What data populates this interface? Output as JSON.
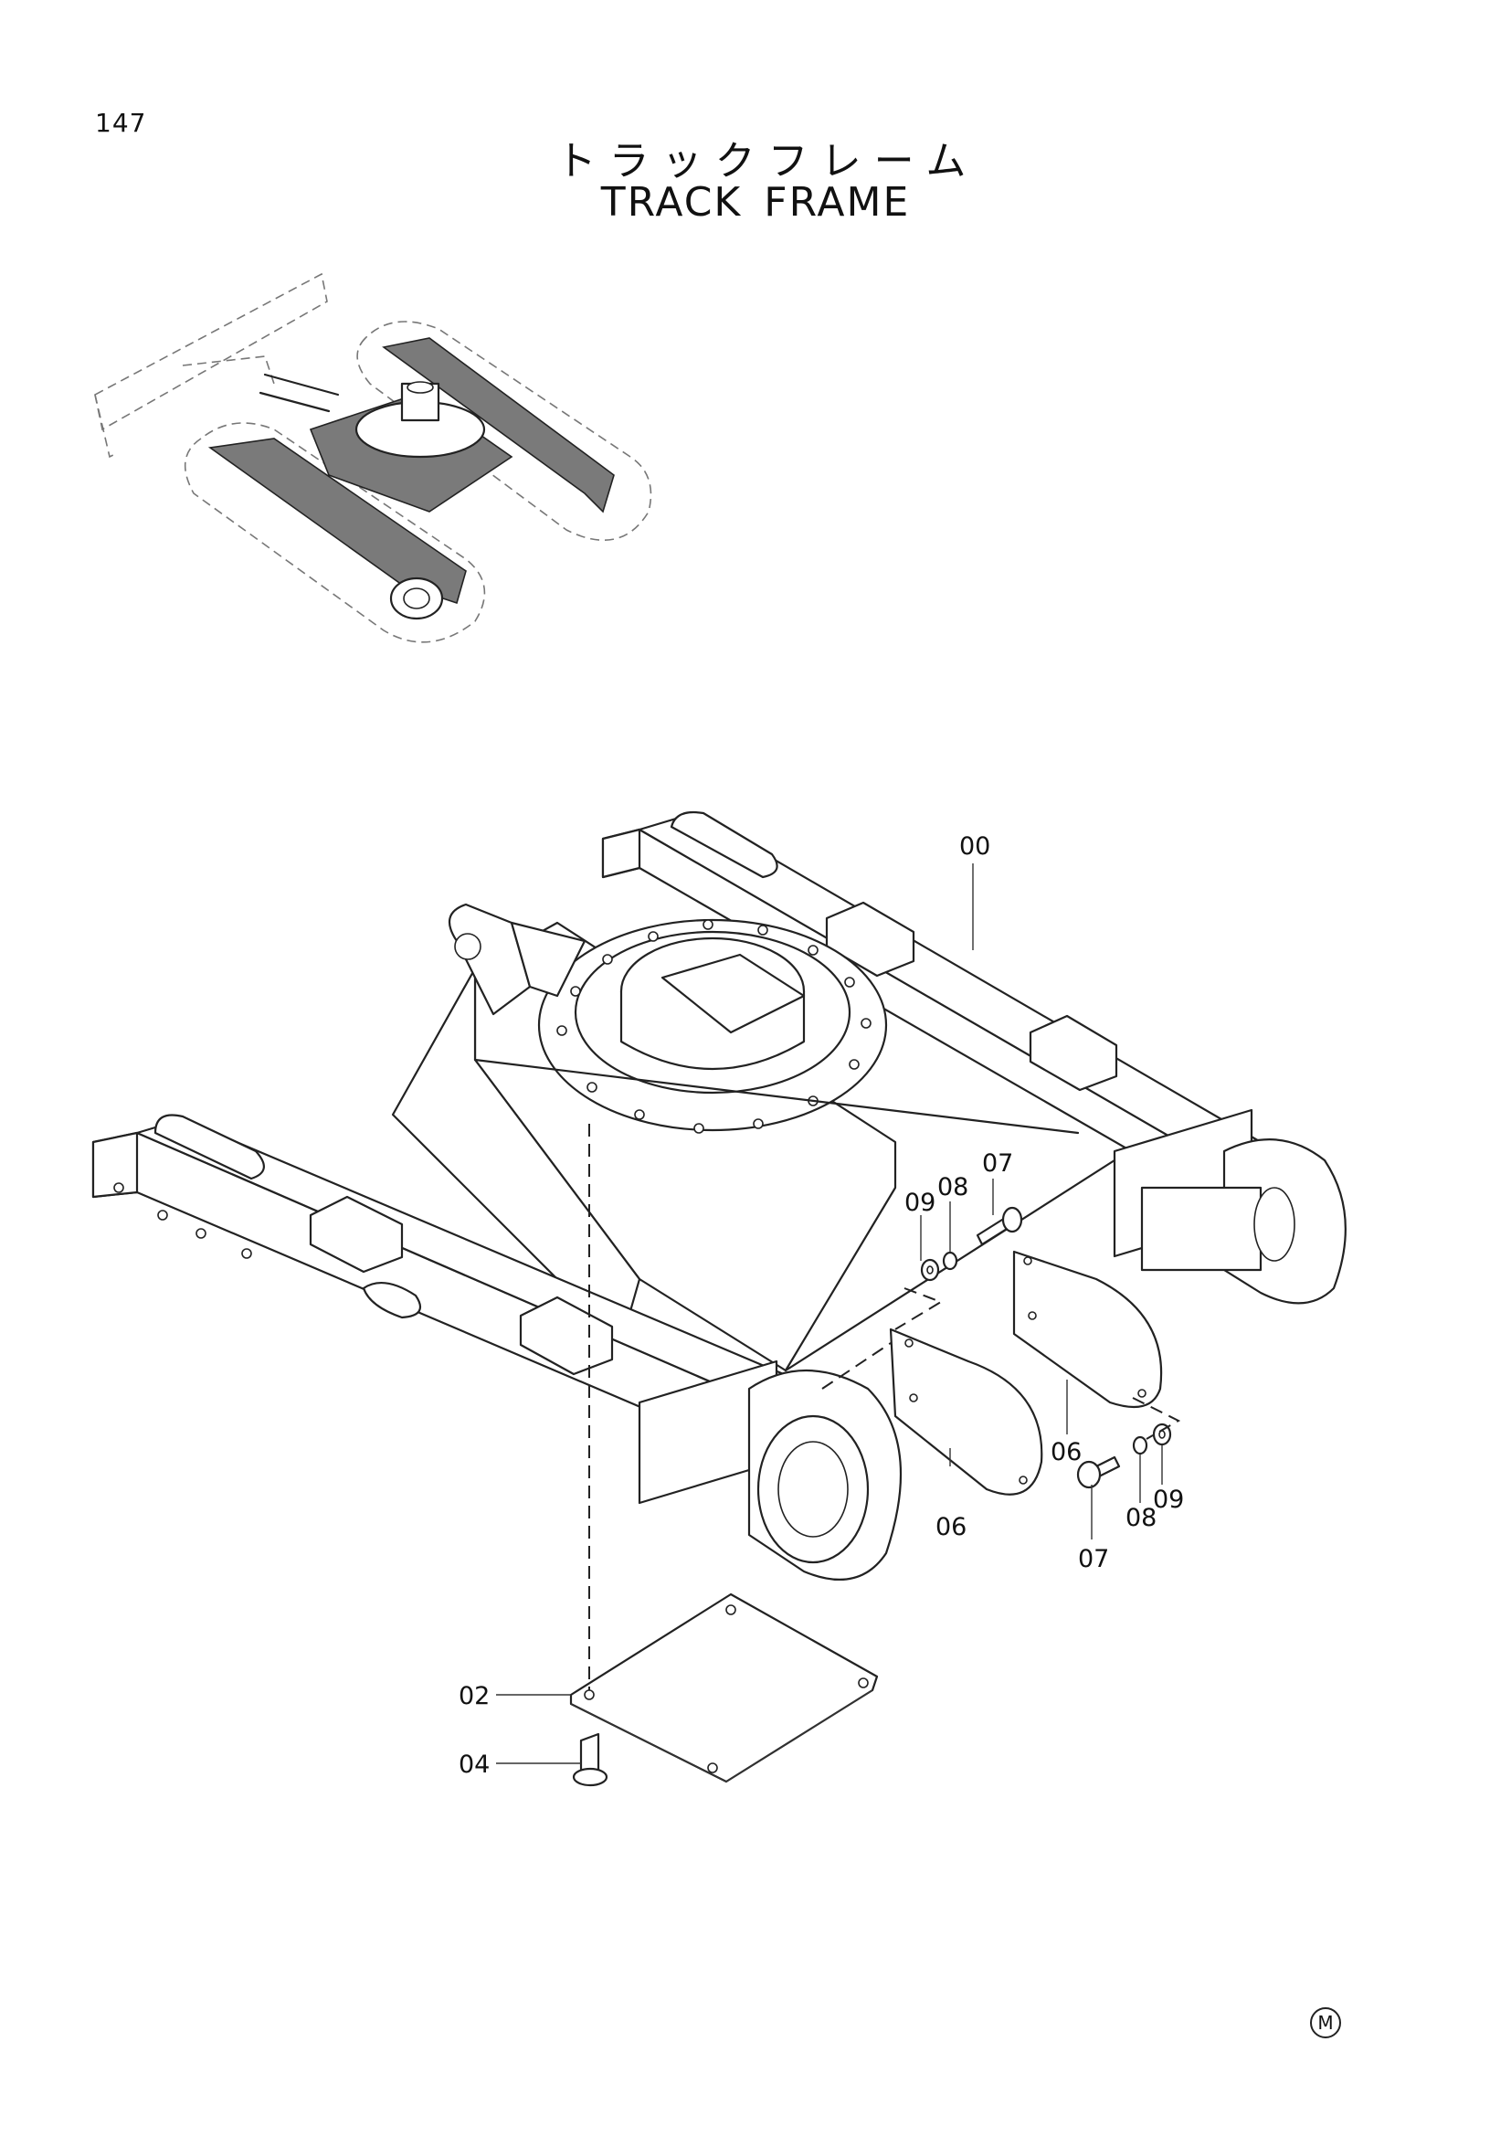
{
  "page": {
    "number": "147",
    "title_jp": "トラックフレーム",
    "title_en_1": "TRACK",
    "title_en_2": "FRAME",
    "footer_mark": "M"
  },
  "callouts": [
    {
      "id": "c00",
      "label": "00"
    },
    {
      "id": "c02",
      "label": "02"
    },
    {
      "id": "c04",
      "label": "04"
    },
    {
      "id": "c06a",
      "label": "06"
    },
    {
      "id": "c06b",
      "label": "06"
    },
    {
      "id": "c07a",
      "label": "07"
    },
    {
      "id": "c07b",
      "label": "07"
    },
    {
      "id": "c08a",
      "label": "08"
    },
    {
      "id": "c08b",
      "label": "08"
    },
    {
      "id": "c09a",
      "label": "09"
    },
    {
      "id": "c09b",
      "label": "09"
    }
  ]
}
